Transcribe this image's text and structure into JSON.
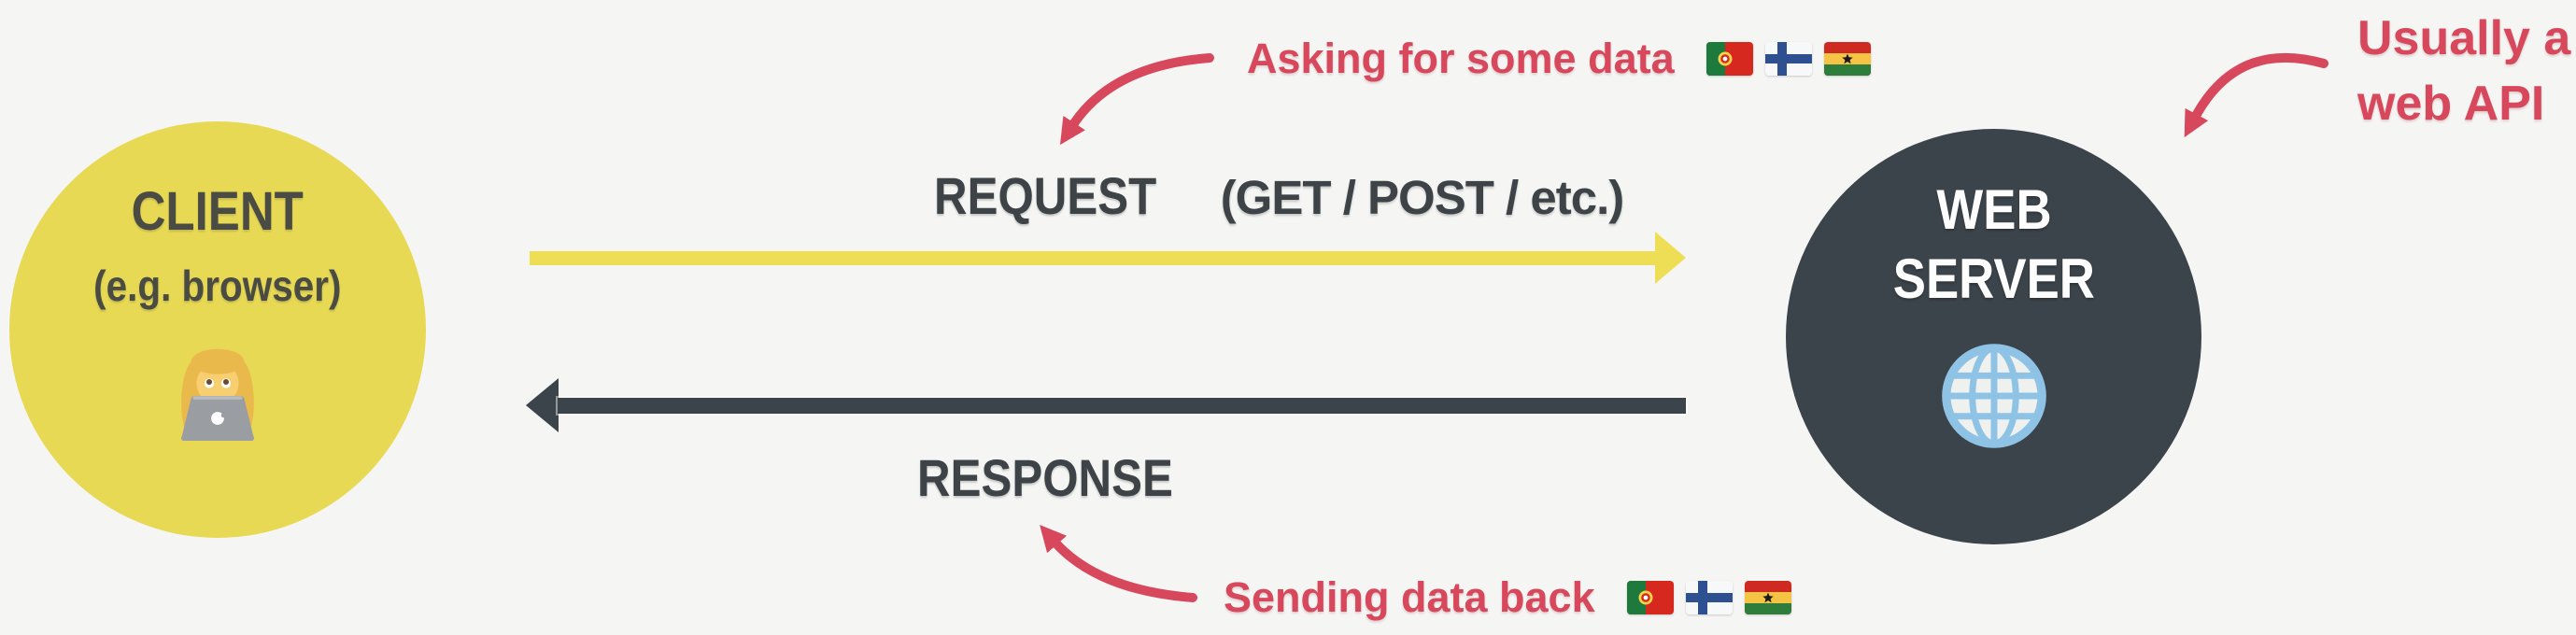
{
  "diagram": {
    "colors": {
      "background": "#F5F5F3",
      "client_circle": "#E8D954",
      "server_circle": "#3C444B",
      "request_arrow": "#EDDE55",
      "response_arrow": "#3C444B",
      "annotation_pink": "#D8485C",
      "label_dark": "#3E4347"
    },
    "client": {
      "title": "CLIENT",
      "subtitle": "(e.g. browser)",
      "icon": "woman-technologist-emoji"
    },
    "server": {
      "title_line1": "WEB",
      "title_line2": "SERVER",
      "icon": "globe-with-meridians-emoji"
    },
    "request": {
      "label": "REQUEST",
      "methods": "(GET / POST / etc.)",
      "direction": "client-to-server",
      "annotation": {
        "text": "Asking for some data",
        "flags": [
          "portugal-flag",
          "finland-flag",
          "ghana-flag"
        ]
      }
    },
    "response": {
      "label": "RESPONSE",
      "direction": "server-to-client",
      "annotation": {
        "text": "Sending data back",
        "flags": [
          "portugal-flag",
          "finland-flag",
          "ghana-flag"
        ]
      }
    },
    "server_note": {
      "line1": "Usually a",
      "line2": "web API"
    }
  }
}
